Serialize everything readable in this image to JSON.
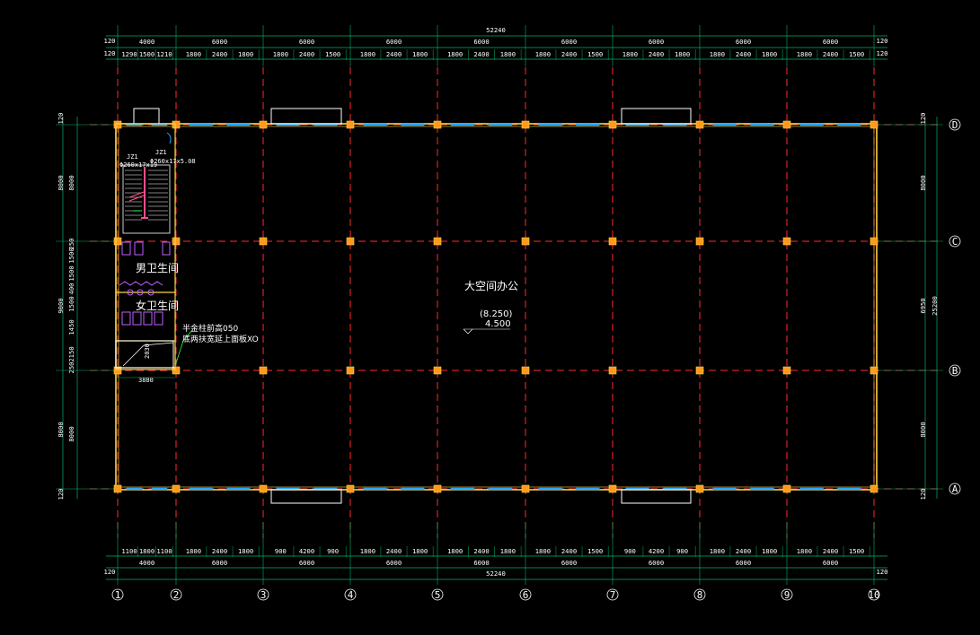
{
  "colors": {
    "background": "#000000",
    "dimension": "#00b36b",
    "axis_line": "#ff2a2a",
    "wall": "#ffd24a",
    "column": "#ff9a1a",
    "window": "#2aa4ff",
    "text": "#ffffff",
    "fixture": "#c060ff",
    "note_leader": "#33ff33"
  },
  "axes_horizontal": [
    "1",
    "2",
    "3",
    "4",
    "5",
    "6",
    "7",
    "8",
    "9",
    "10"
  ],
  "axes_vertical": [
    "D",
    "C",
    "B",
    "A"
  ],
  "top_dims": {
    "overall": "52240",
    "end_left": "120",
    "end_right": "120",
    "spans": [
      "4000",
      "6000",
      "6000",
      "6000",
      "6000",
      "6000",
      "6000",
      "6000",
      "6000"
    ],
    "openings": [
      "1290",
      "1500",
      "1210",
      "1800",
      "2400",
      "1800",
      "1800",
      "2400",
      "1500",
      "1800",
      "2400",
      "1800",
      "1800",
      "2400",
      "1800",
      "1800",
      "2400",
      "1500",
      "1800",
      "2400",
      "1800",
      "1800",
      "2400",
      "1800",
      "1800",
      "2400",
      "1500"
    ]
  },
  "bottom_dims": {
    "overall": "52240",
    "end_left": "120",
    "end_right": "120",
    "spans": [
      "4000",
      "6000",
      "6000",
      "6000",
      "6000",
      "6000",
      "6000",
      "6000",
      "6000"
    ],
    "openings": [
      "1100",
      "1800",
      "1100",
      "1800",
      "2400",
      "1800",
      "900",
      "4200",
      "900",
      "1800",
      "2400",
      "1800",
      "1800",
      "2400",
      "1800",
      "1800",
      "2400",
      "1500",
      "900",
      "4200",
      "900",
      "1800",
      "2400",
      "1800",
      "1800",
      "2400",
      "1500"
    ]
  },
  "left_dims": {
    "outer": [
      "120",
      "8000",
      "9000",
      "8000",
      "120"
    ],
    "inner": [
      "8000",
      "250",
      "1500",
      "1500",
      "400",
      "1500",
      "1450",
      "2150",
      "250",
      "8000"
    ]
  },
  "right_dims": {
    "outer": [
      "120",
      "8000",
      "6950",
      "8000",
      "120"
    ],
    "overall": "25200"
  },
  "rooms": {
    "main": "大空间办公",
    "mens_wc": "男卫生间",
    "womens_wc": "女卫生间"
  },
  "level": {
    "upper": "(8.250)",
    "lower": "4.500"
  },
  "stair": {
    "label1": "JZ1",
    "label2": "JZ1",
    "spec1": "Φ260x17x19",
    "spec2": "Φ260x17x5.08"
  },
  "note": {
    "line1": "半金柱前高050",
    "line2": "底两扶宽延上面板XO"
  },
  "misc_dims": {
    "shaft": "2030",
    "wc_width": "3880"
  }
}
